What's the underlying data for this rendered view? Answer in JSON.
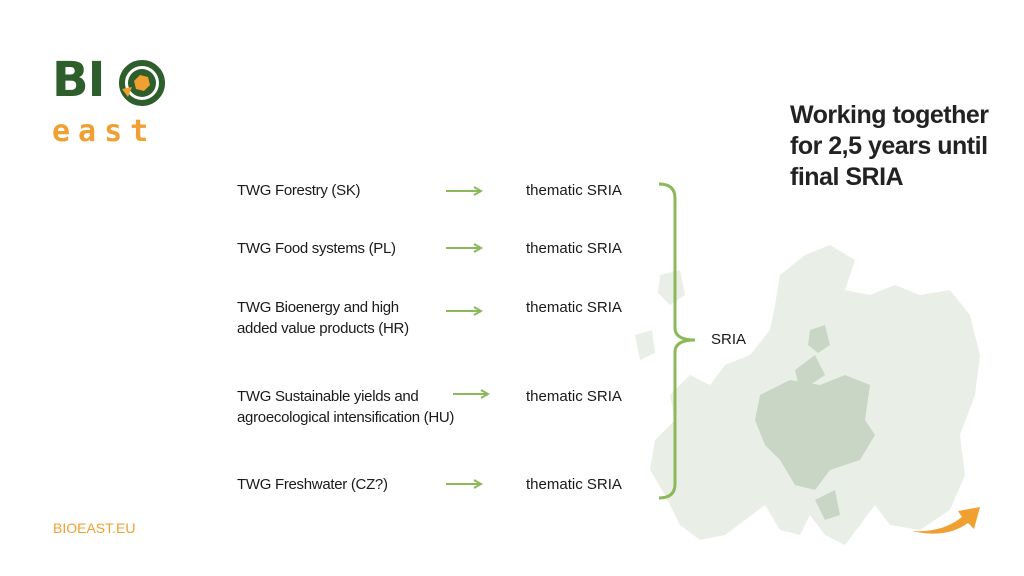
{
  "logo": {
    "top_text": "BI",
    "bottom_text": "east"
  },
  "headline": "Working together for 2,5 years until final SRIA",
  "rows": [
    {
      "twg": "TWG Forestry (SK)",
      "output": "thematic SRIA"
    },
    {
      "twg": "TWG Food systems (PL)",
      "output": "thematic SRIA"
    },
    {
      "twg": "TWG Bioenergy and high\nadded value products (HR)",
      "output": "thematic SRIA"
    },
    {
      "twg": "TWG Sustainable yields and\nagroecological intensification (HU)",
      "output": "thematic SRIA"
    },
    {
      "twg": "TWG Freshwater (CZ?)",
      "output": "thematic SRIA"
    }
  ],
  "sria_label": "SRIA",
  "footer": "BIOEAST.EU",
  "colors": {
    "arrow": "#8bb85a",
    "brand_green": "#2e5e2b",
    "brand_orange": "#f0a030",
    "map_light": "#e8efe6",
    "map_dark": "#c9d6c5"
  }
}
